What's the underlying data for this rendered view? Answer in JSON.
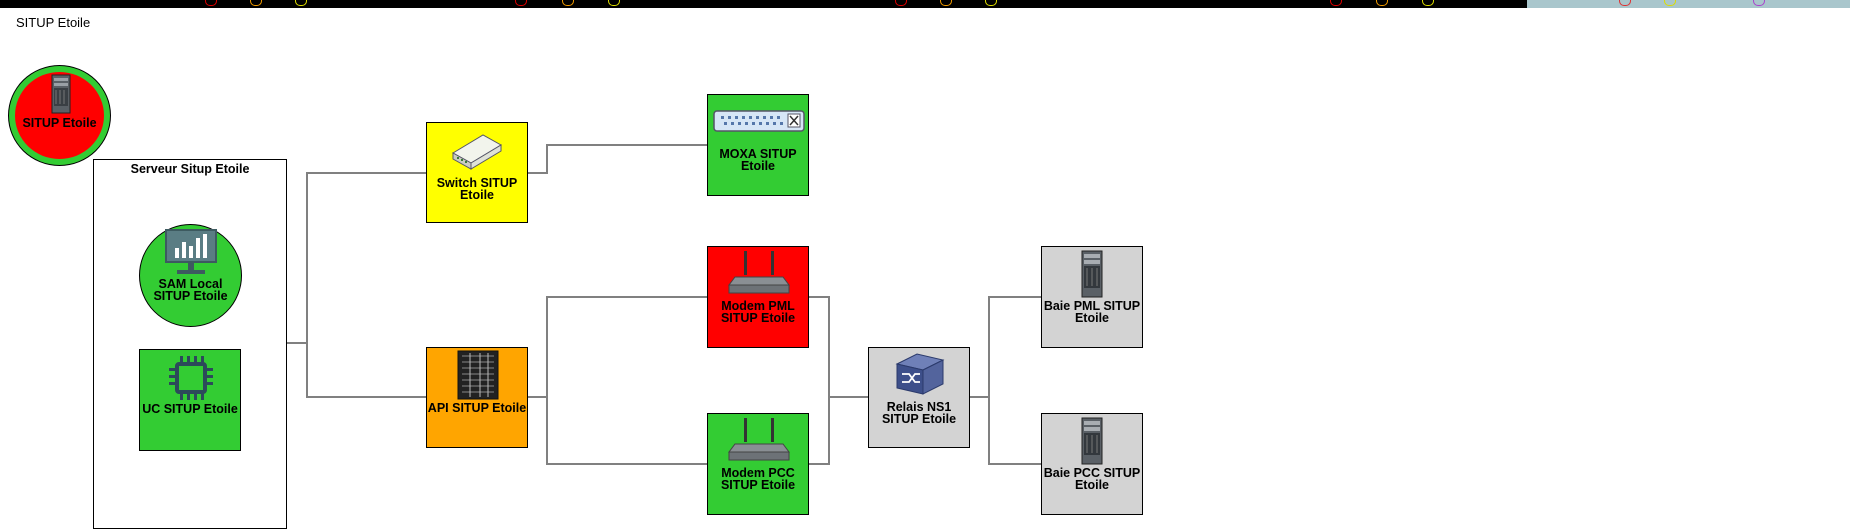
{
  "title": "SITUP Etoile",
  "colors": {
    "red": "#ff0000",
    "green": "#33cc33",
    "yellow": "#ffff00",
    "orange": "#ffa500",
    "grey": "#d3d3d3",
    "wire": "#808080"
  },
  "nodes": {
    "status": {
      "label": "SITUP Etoile",
      "icon": "server-tower-icon"
    },
    "group": {
      "label": "Serveur Situp Etoile"
    },
    "sam": {
      "label": "SAM Local SITUP Etoile",
      "icon": "monitor-chart-icon"
    },
    "uc": {
      "label": "UC SITUP Etoile",
      "icon": "cpu-chip-icon"
    },
    "switch": {
      "label": "Switch SITUP Etoile",
      "icon": "switch-box-icon"
    },
    "api": {
      "label": "API SITUP Etoile",
      "icon": "rack-panel-icon"
    },
    "moxa": {
      "label": "MOXA SITUP Etoile",
      "icon": "patch-panel-icon"
    },
    "modem_pml": {
      "label": "Modem PML SITUP Etoile",
      "icon": "router-icon"
    },
    "modem_pcc": {
      "label": "Modem PCC SITUP Etoile",
      "icon": "router-icon"
    },
    "relais": {
      "label": "Relais NS1 SITUP Etoile",
      "icon": "network-switch-icon"
    },
    "baie_pml": {
      "label": "Baie PML SITUP Etoile",
      "icon": "server-tower-icon"
    },
    "baie_pcc": {
      "label": "Baie PCC SITUP Etoile",
      "icon": "server-tower-icon"
    }
  }
}
